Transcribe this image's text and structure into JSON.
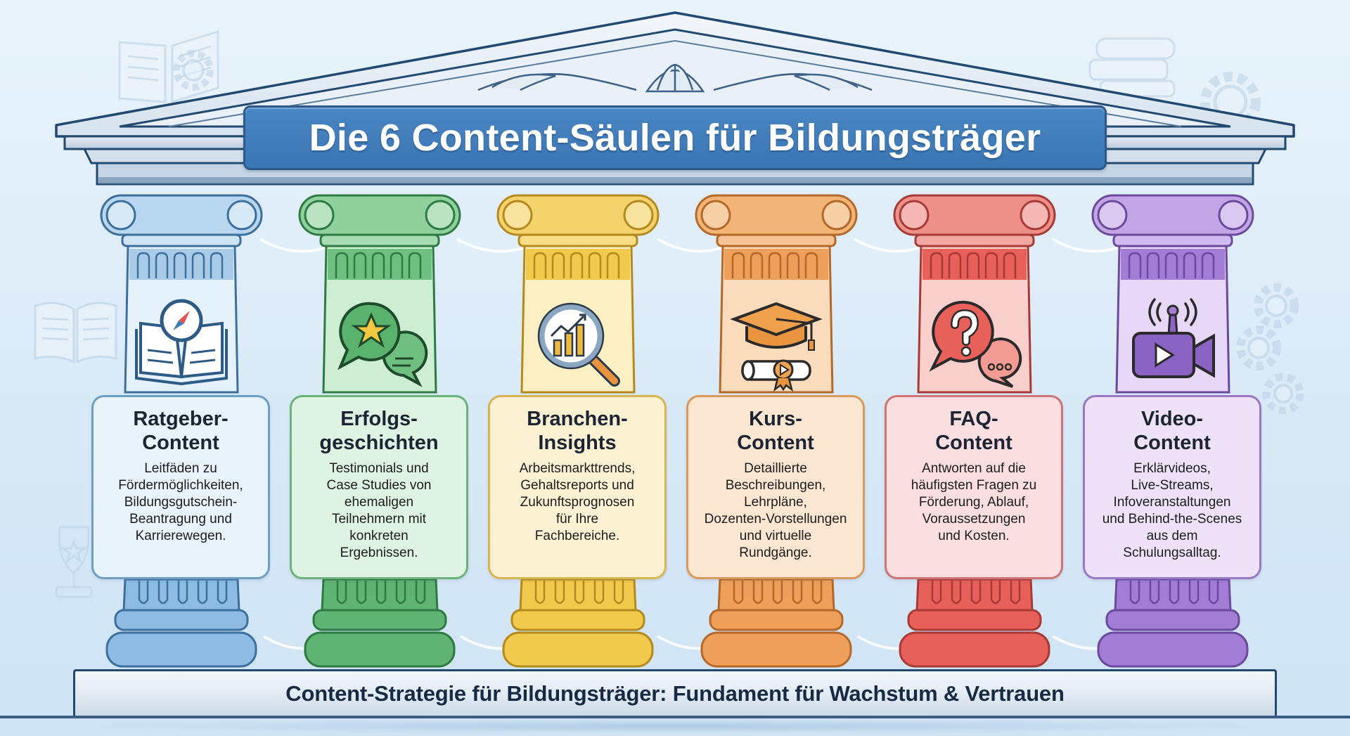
{
  "title": "Die 6 Content-Säulen für Bildungsträger",
  "footer": "Content-Strategie für Bildungsträger: Fundament für Wachstum & Vertrauen",
  "colors": {
    "background": "#dbeaf7",
    "banner": "#3f7cba",
    "banner_border": "#2c5a8c",
    "title_text": "#ffffff",
    "outline": "#22496f"
  },
  "pillars": [
    {
      "title": "Ratgeber-\nContent",
      "description": "Leitfäden zu\nFördermöglichkeiten,\nBildungsgutschein-\nBeantragung und\nKarrierewegen.",
      "icon": "book-compass-icon",
      "color": "#6fa7d8",
      "light": "#e6f2fb",
      "dark": "#3d6f9d",
      "card_bg": "#e8f3fb",
      "card_border": "#6c9ec6"
    },
    {
      "title": "Erfolgs-\ngeschichten",
      "description": "Testimonials und\nCase Studies von\nehemaligen\nTeilnehmern mit\nkonkreten\nErgebnissen.",
      "icon": "star-chat-bubbles-icon",
      "color": "#59b36c",
      "light": "#dff3e2",
      "dark": "#2e7a43",
      "card_bg": "#def3e1",
      "card_border": "#6bb37b"
    },
    {
      "title": "Branchen-\nInsights",
      "description": "Arbeitsmarkttrends,\nGehaltsreports und\nZukunftsprognosen\nfür Ihre\nFachbereiche.",
      "icon": "magnifier-chart-icon",
      "color": "#f2c94c",
      "light": "#fdf3d2",
      "dark": "#b58a1d",
      "card_bg": "#fcf1d3",
      "card_border": "#d9b552"
    },
    {
      "title": "Kurs-\nContent",
      "description": "Detaillierte\nBeschreibungen,\nLehrpläne,\nDozenten-Vorstellungen\nund virtuelle\nRundgänge.",
      "icon": "graduation-cap-diploma-icon",
      "color": "#f0a14e",
      "light": "#fbe4cc",
      "dark": "#b4692a",
      "card_bg": "#fbe6d2",
      "card_border": "#d99a5e"
    },
    {
      "title": "FAQ-\nContent",
      "description": "Antworten auf die\nhäufigsten Fragen zu\nFörderung, Ablauf,\nVoraussetzungen\nund Kosten.",
      "icon": "question-chat-icon",
      "color": "#e8605a",
      "light": "#fbdcdb",
      "dark": "#a83a36",
      "card_bg": "#fbdfe0",
      "card_border": "#cf7374"
    },
    {
      "title": "Video-\nContent",
      "description": "Erklärvideos,\nLive-Streams,\nInfoveranstaltungen\nund Behind-the-Scenes\naus dem\nSchulungsalltag.",
      "icon": "video-camera-broadcast-icon",
      "color": "#a37cd6",
      "light": "#ece1f8",
      "dark": "#6b4a9e",
      "card_bg": "#ede2f8",
      "card_border": "#9a78c7"
    }
  ]
}
